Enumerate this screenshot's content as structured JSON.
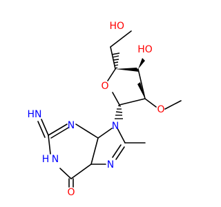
{
  "molecule": {
    "colors": {
      "bond": "#000000",
      "oxygen": "#ff0000",
      "nitrogen": "#0000ff",
      "background": "#ffffff"
    },
    "atoms": {
      "oh_top": "HO",
      "oh_ring": "HO",
      "ring_o": "O",
      "methoxy_o": "O",
      "n9": "N",
      "n3": "N",
      "n7": "N",
      "hn_imino": "HN",
      "n1": "N",
      "h1": "H",
      "carbonyl_o": "O"
    }
  }
}
